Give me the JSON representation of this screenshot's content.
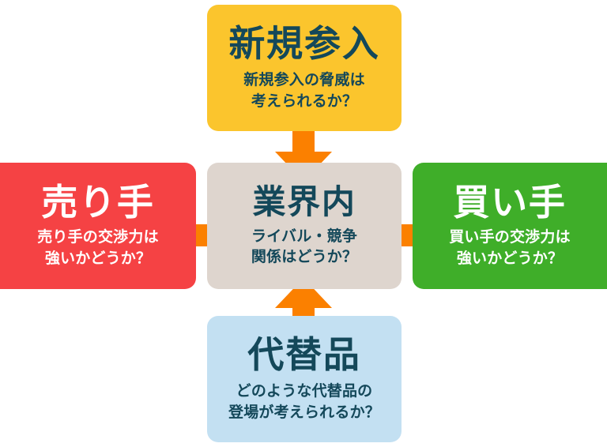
{
  "diagram": {
    "name": "five-forces-analysis",
    "colors": {
      "new_entrants_bg": "#FBC52D",
      "suppliers_bg": "#F54244",
      "rivalry_bg": "#DED5CE",
      "buyers_bg": "#3FAE29",
      "substitutes_bg": "#C3E0F2",
      "arrow": "#FB8000",
      "dark_text": "#14485A",
      "light_text": "#FFFFFF",
      "page_bg": "#FFFFFF"
    },
    "boxes": {
      "new_entrants": {
        "title": "新規参入",
        "description": "新規参入の脅威は\n考えられるか？",
        "bg": "#FBC52D",
        "fg": "#14485A"
      },
      "suppliers": {
        "title": "売り手",
        "description": "売り手の交渉力は\n強いかどうか？",
        "bg": "#F54244",
        "fg": "#FFFFFF"
      },
      "rivalry": {
        "title": "業界内",
        "description": "ライバル・競争\n関係はどうか？",
        "bg": "#DED5CE",
        "fg": "#14485A"
      },
      "buyers": {
        "title": "買い手",
        "description": "買い手の交渉力は\n強いかどうか？",
        "bg": "#3FAE29",
        "fg": "#FFFFFF"
      },
      "substitutes": {
        "title": "代替品",
        "description": "どのような代替品の\n登場が考えられるか？",
        "bg": "#C3E0F2",
        "fg": "#14485A"
      }
    },
    "arrows": [
      {
        "name": "arrow-down-to-center",
        "direction": "down",
        "color": "#FB8000",
        "from": "new_entrants",
        "to": "rivalry"
      },
      {
        "name": "arrow-up-to-center",
        "direction": "up",
        "color": "#FB8000",
        "from": "substitutes",
        "to": "rivalry"
      },
      {
        "name": "arrow-right-to-center",
        "direction": "right",
        "color": "#FB8000",
        "from": "suppliers",
        "to": "rivalry"
      },
      {
        "name": "arrow-left-to-center",
        "direction": "left",
        "color": "#FB8000",
        "from": "buyers",
        "to": "rivalry"
      }
    ]
  }
}
